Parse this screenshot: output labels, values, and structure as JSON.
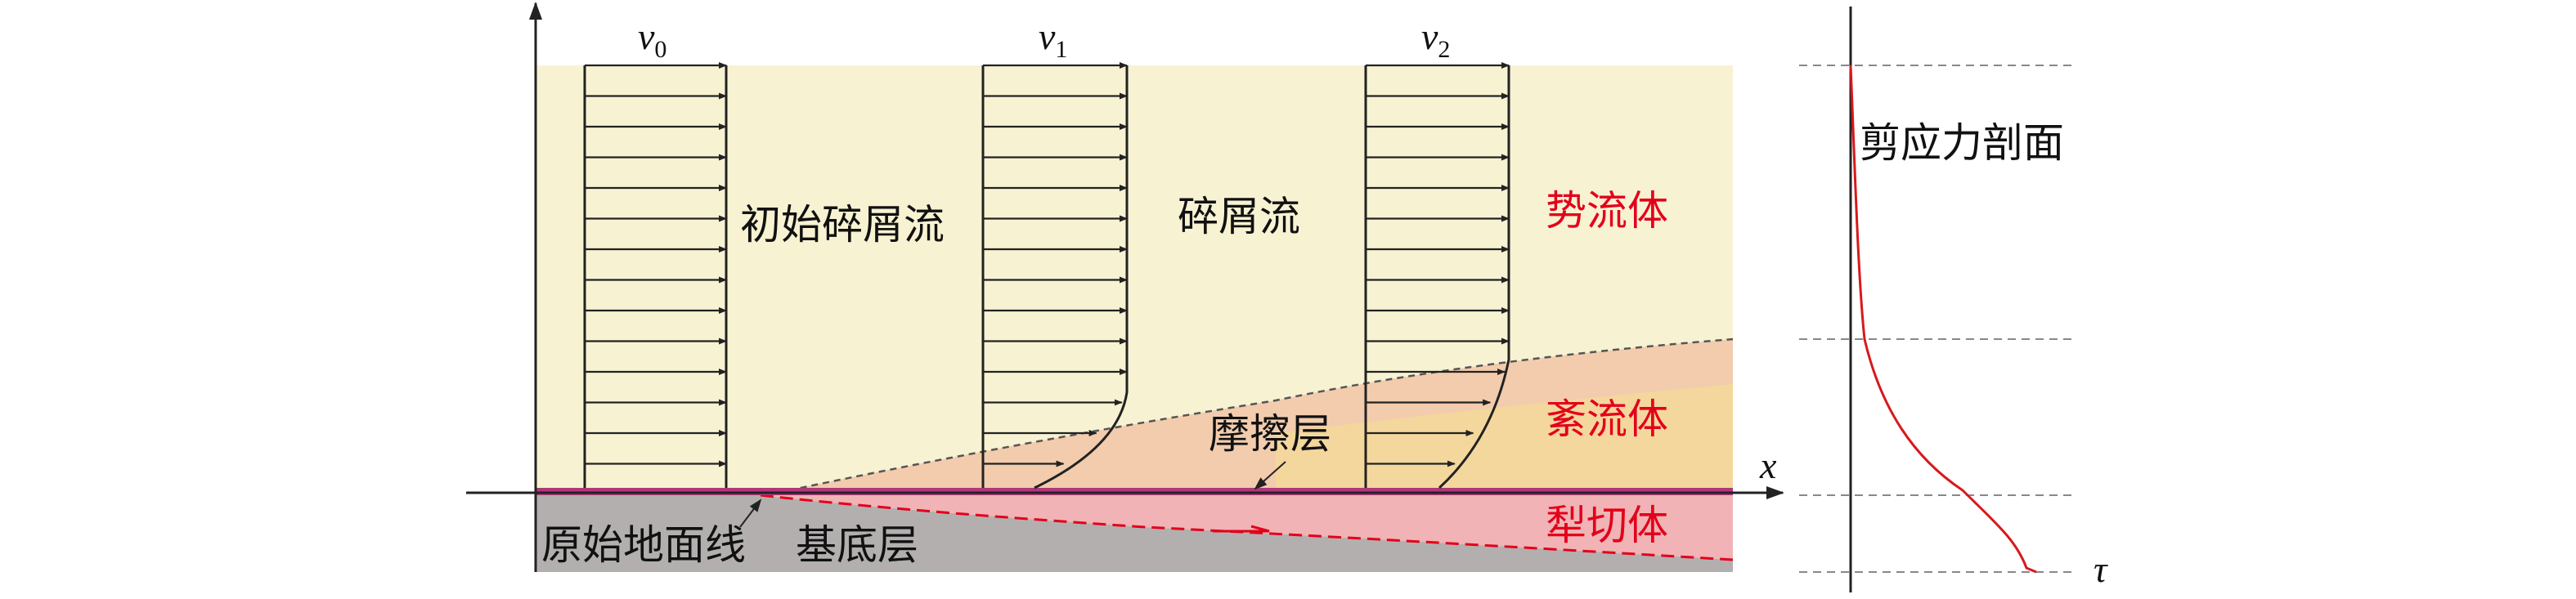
{
  "labels": {
    "v0": "v",
    "v0_sub": "0",
    "v1": "v",
    "v1_sub": "1",
    "v2": "v",
    "v2_sub": "2",
    "x_axis": "x",
    "tau": "τ",
    "initial_debris_flow": "初始碎屑流",
    "debris_flow": "碎屑流",
    "potential_flow_body": "势流体",
    "tight_flow_body": "紊流体",
    "friction_layer": "摩擦层",
    "plough_body": "犁切体",
    "original_ground_line": "原始地面线",
    "basal_layer": "基底层",
    "shear_profile": "剪应力剖面"
  },
  "colors": {
    "flow_fill": "#f7f2d2",
    "friction_fill": "#f2ccad",
    "tight_fill": "#f4d79d",
    "plough_fill": "#f1b3b5",
    "basal_fill": "#b3afaf",
    "ground_line": "#b0387a",
    "red_label": "#e3001b",
    "shear_curve": "#d7191c",
    "arrow": "#222222"
  }
}
